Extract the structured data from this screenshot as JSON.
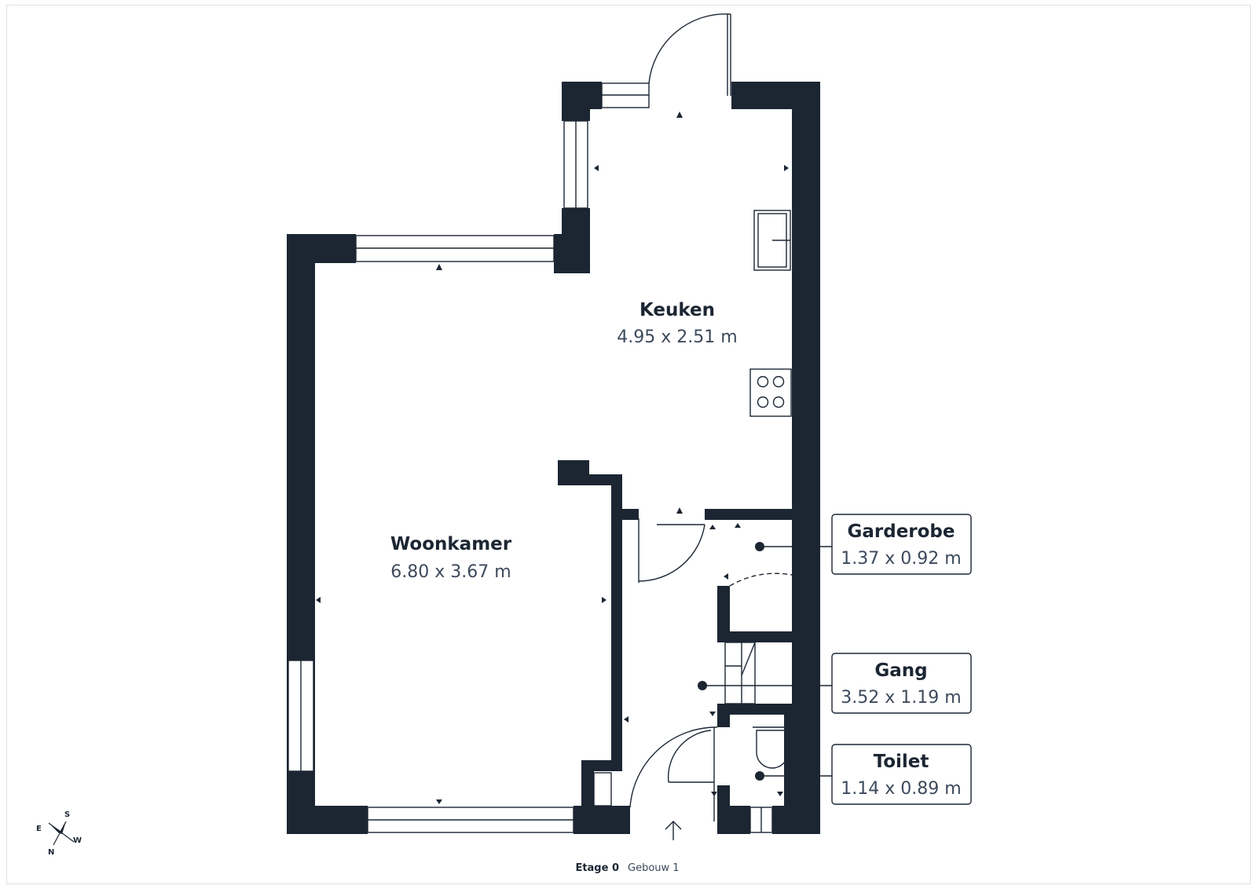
{
  "rooms": {
    "keuken": {
      "name": "Keuken",
      "size": "4.95 x 2.51 m"
    },
    "woonkamer": {
      "name": "Woonkamer",
      "size": "6.80 x 3.67 m"
    },
    "garderobe": {
      "name": "Garderobe",
      "size": "1.37 x 0.92 m"
    },
    "gang": {
      "name": "Gang",
      "size": "3.52 x 1.19 m"
    },
    "toilet": {
      "name": "Toilet",
      "size": "1.14 x 0.89 m"
    }
  },
  "compass": {
    "s": "S",
    "e": "E",
    "w": "W",
    "n": "N"
  },
  "footer": {
    "floor": "Etage 0",
    "building": "Gebouw 1"
  },
  "icons": [
    "compass-icon",
    "entrance-arrow-icon",
    "sink-icon",
    "stove-icon",
    "toilet-icon",
    "stairs-icon",
    "door-icon",
    "window-icon"
  ],
  "colors": {
    "walls": "#1c2633",
    "text": "#1c2633",
    "dimension_text": "#3d4a5c",
    "background": "#ffffff"
  }
}
